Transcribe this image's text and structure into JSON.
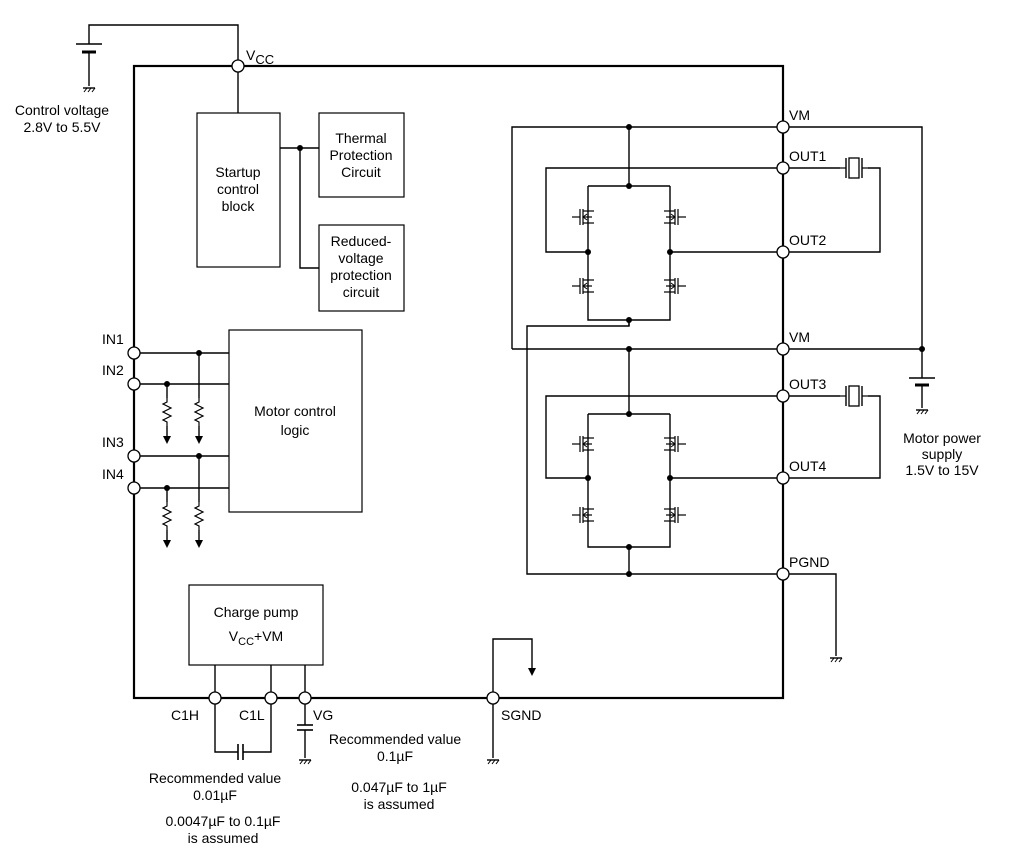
{
  "pins": {
    "vcc": "V",
    "vcc_sub": "CC",
    "vm_top": "VM",
    "out1": "OUT1",
    "out2": "OUT2",
    "vm_mid": "VM",
    "out3": "OUT3",
    "out4": "OUT4",
    "pgnd": "PGND",
    "in1": "IN1",
    "in2": "IN2",
    "in3": "IN3",
    "in4": "IN4",
    "c1h": "C1H",
    "c1l": "C1L",
    "vg": "VG",
    "sgnd": "SGND"
  },
  "blocks": {
    "startup": [
      "Startup",
      "control",
      "block"
    ],
    "thermal": [
      "Thermal",
      "Protection",
      "Circuit"
    ],
    "reduced": [
      "Reduced-",
      "voltage",
      "protection",
      "circuit"
    ],
    "motor_logic": [
      "Motor control",
      "logic"
    ],
    "charge_pump_1": "Charge pump",
    "charge_pump_v": "V",
    "charge_pump_sub": "CC",
    "charge_pump_rest": "+VM"
  },
  "annotations": {
    "control_voltage": [
      "Control voltage",
      "2.8V to 5.5V"
    ],
    "motor_power": [
      "Motor power",
      "supply",
      "1.5V to 15V"
    ],
    "c1_recommended": [
      "Recommended value",
      "0.01µF"
    ],
    "c1_assumed": [
      "0.0047µF to 0.1µF",
      "is assumed"
    ],
    "vg_recommended": [
      "Recommended value",
      "0.1µF"
    ],
    "vg_assumed": [
      "0.047µF to 1µF",
      "is assumed"
    ]
  }
}
